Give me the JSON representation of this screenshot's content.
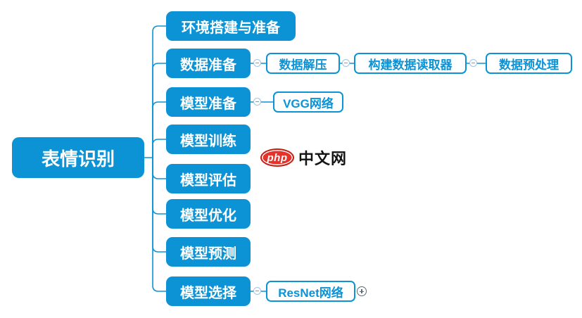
{
  "colors": {
    "primary": "#0b93d6",
    "node_text": "#ffffff",
    "subtopic_text": "#0b93d6",
    "logo_red": "#e3332a",
    "logo_text": "#141414"
  },
  "root": {
    "label": "表情识别"
  },
  "branches": [
    {
      "label": "环境搭建与准备",
      "children": []
    },
    {
      "label": "数据准备",
      "children": [
        {
          "label": "数据解压"
        },
        {
          "label": "构建数据读取器"
        },
        {
          "label": "数据预处理"
        }
      ]
    },
    {
      "label": "模型准备",
      "children": [
        {
          "label": "VGG网络"
        }
      ]
    },
    {
      "label": "模型训练",
      "children": []
    },
    {
      "label": "模型评估",
      "children": []
    },
    {
      "label": "模型优化",
      "children": []
    },
    {
      "label": "模型预测",
      "children": []
    },
    {
      "label": "模型选择",
      "children": [
        {
          "label": "ResNet网络"
        }
      ],
      "collapsed_more": true
    }
  ],
  "icons": {
    "collapse": "minus-circle",
    "expand": "plus-circle"
  },
  "watermark": {
    "badge": "php",
    "text": "中文网"
  }
}
